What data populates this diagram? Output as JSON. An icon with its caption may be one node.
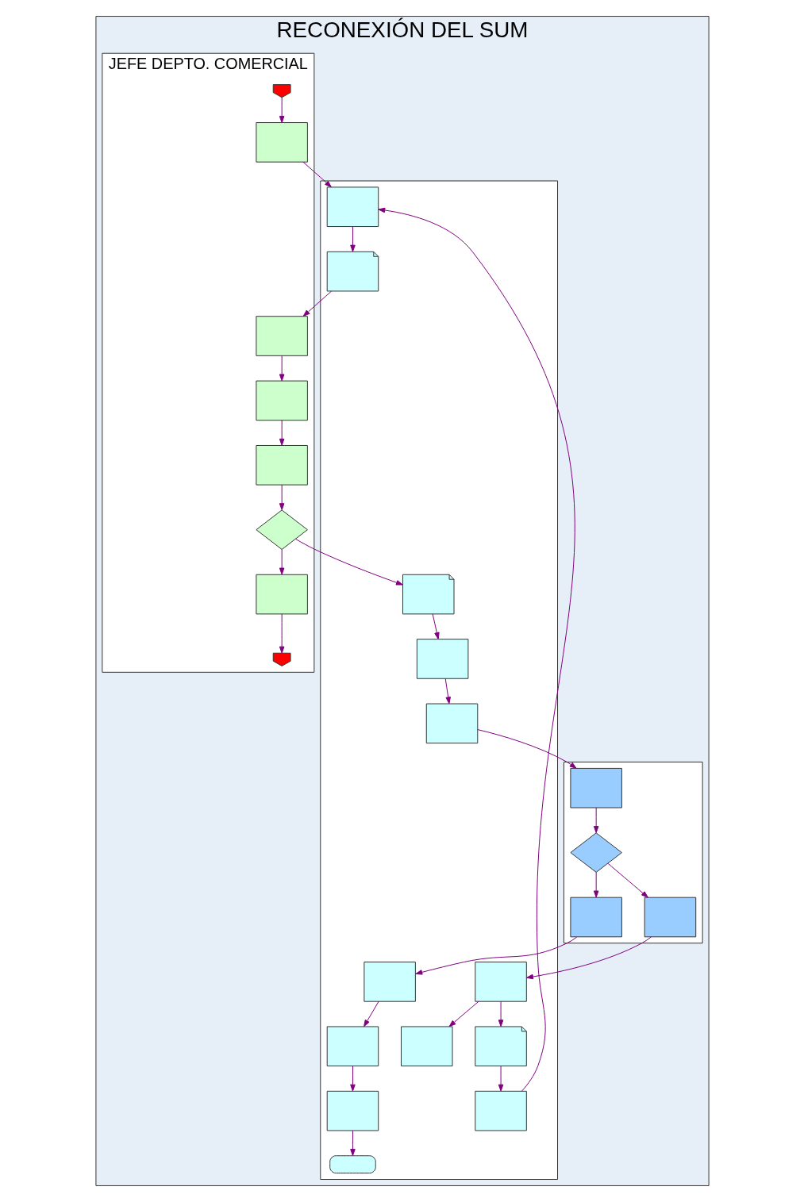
{
  "diagram": {
    "nodes": [
      {
        "text": [
          "RECONEXIÓN DEL SUM"
        ]
      },
      {
        "text": [],
        "shape": "box",
        "in": 0
      },
      {
        "text": [],
        "shape": "box",
        "in": 0
      },
      {
        "text": [
          "JEFE DEPTO. COMERCIAL"
        ],
        "in": 0
      },
      {
        "text": [],
        "shape": "pentagon",
        "in": 3
      },
      {
        "text": [],
        "shape": "box",
        "in": 3
      },
      {
        "text": [],
        "shape": "box",
        "in": 3
      },
      {
        "text": [],
        "shape": "box",
        "in": 3
      },
      {
        "text": [],
        "shape": "box",
        "in": 3
      },
      {
        "text": [],
        "shape": "diamond",
        "in": 3
      },
      {
        "text": [],
        "shape": "box",
        "in": 3
      },
      {
        "text": [],
        "shape": "pentagon",
        "in": 3
      },
      {
        "text": [],
        "shape": "box",
        "in": 2
      },
      {
        "text": [],
        "shape": "document",
        "in": 2
      },
      {
        "text": [],
        "shape": "document",
        "in": 2
      },
      {
        "text": [],
        "shape": "box",
        "in": 2
      },
      {
        "text": [],
        "shape": "box",
        "in": 2
      },
      {
        "text": [],
        "shape": "box",
        "in": 2
      },
      {
        "text": [],
        "shape": "box",
        "in": 2
      },
      {
        "text": [],
        "shape": "box",
        "in": 2
      },
      {
        "text": [],
        "shape": "terminator",
        "in": 2
      },
      {
        "text": [],
        "shape": "box",
        "in": 2
      },
      {
        "text": [],
        "shape": "box",
        "in": 2
      },
      {
        "text": [],
        "shape": "document",
        "in": 2
      },
      {
        "text": [],
        "shape": "box",
        "in": 2
      },
      {
        "text": [],
        "shape": "box",
        "in": 1
      },
      {
        "text": [],
        "shape": "diamond",
        "in": 1
      },
      {
        "text": [],
        "shape": "box",
        "in": 1
      },
      {
        "text": [],
        "shape": "box",
        "in": 1
      }
    ],
    "edges": [
      {
        "from": 4,
        "to": 5,
        "arrow": "to"
      },
      {
        "from": 5,
        "to": 12,
        "arrow": "to"
      },
      {
        "from": 12,
        "to": 13,
        "arrow": "to"
      },
      {
        "from": 13,
        "to": 6,
        "arrow": "to"
      },
      {
        "from": 6,
        "to": 7,
        "arrow": "to"
      },
      {
        "from": 7,
        "to": 8,
        "arrow": "to"
      },
      {
        "from": 8,
        "to": 9,
        "arrow": "to"
      },
      {
        "from": 9,
        "to": 14,
        "arrow": "to"
      },
      {
        "from": 9,
        "to": 10,
        "arrow": "to"
      },
      {
        "from": 10,
        "to": 11,
        "arrow": "to"
      },
      {
        "from": 14,
        "to": 15,
        "arrow": "to"
      },
      {
        "from": 15,
        "to": 16,
        "arrow": "to"
      },
      {
        "from": 16,
        "to": 25,
        "arrow": "to"
      },
      {
        "from": 25,
        "to": 26,
        "arrow": "to"
      },
      {
        "from": 26,
        "to": 27,
        "arrow": "to"
      },
      {
        "from": 27,
        "to": 17,
        "arrow": "to"
      },
      {
        "from": 17,
        "to": 18,
        "arrow": "to"
      },
      {
        "from": 18,
        "to": 19,
        "arrow": "to"
      },
      {
        "from": 19,
        "to": 20,
        "arrow": "to"
      },
      {
        "from": 26,
        "to": 28,
        "arrow": "to"
      },
      {
        "from": 28,
        "to": 21,
        "arrow": "to"
      },
      {
        "from": 21,
        "to": 22,
        "arrow": "to"
      },
      {
        "from": 21,
        "to": 23,
        "arrow": "to"
      },
      {
        "from": 23,
        "to": 24,
        "arrow": "to"
      },
      {
        "from": 24,
        "to": 12,
        "arrow": "to"
      }
    ]
  }
}
